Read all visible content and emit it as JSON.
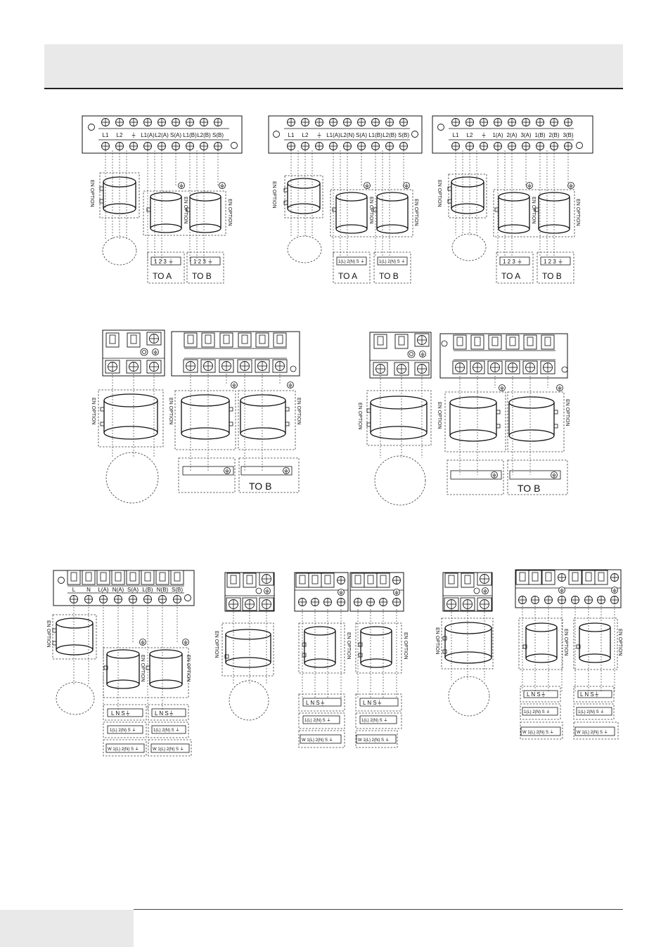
{
  "labels": {
    "en_option": "EN OPTION",
    "to_a": "TO    A",
    "to_b": "TO    B"
  },
  "row1": {
    "panel1": {
      "terminals": [
        "L1",
        "L2",
        "⏚",
        "L1(A)",
        "L2(A)",
        "S(A)",
        "L1(B)",
        "L2(B)",
        "S(B)"
      ],
      "conn_a": "1  2  3  ⏚",
      "conn_b": "1  2  3  ⏚"
    },
    "panel2": {
      "terminals": [
        "L1",
        "L2",
        "⏚",
        "L1(A)",
        "L2(N)",
        "S(A)",
        "L1(B)",
        "L2(B)",
        "S(B)"
      ],
      "conn_a": "1(L) 2(N) S ⏚",
      "conn_b": "1(L) 2(N) S ⏚"
    },
    "panel3": {
      "terminals": [
        "L1",
        "L2",
        "⏚",
        "1(A)",
        "2(A)",
        "3(A)",
        "1(B)",
        "2(B)",
        "3(B)"
      ],
      "conn_a": "1  2  3  ⏚",
      "conn_b": "1  2  3  ⏚"
    }
  },
  "row3": {
    "panel1": {
      "terminals": [
        "L",
        "N",
        "L(A)",
        "N(A)",
        "S(A)",
        "L(B)",
        "N(B)",
        "S(B)"
      ],
      "conn_lns": "L N S⏚",
      "conn_12s": "1(L) 2(N) S ⏚",
      "conn_w": "W  1(L) 2(N) S ⏚"
    },
    "panel2": {
      "conn_lns": "L N    S⏚",
      "conn_12s": "1(L) 2(N) S ⏚",
      "conn_w": "W  1(L) 2(N) S ⏚"
    },
    "panel3": {
      "conn_lns": "L N     S⏚",
      "conn_12s": "1(L) 2(N) S ⏚",
      "conn_w": "W  1(L) 2(N) S ⏚"
    }
  }
}
